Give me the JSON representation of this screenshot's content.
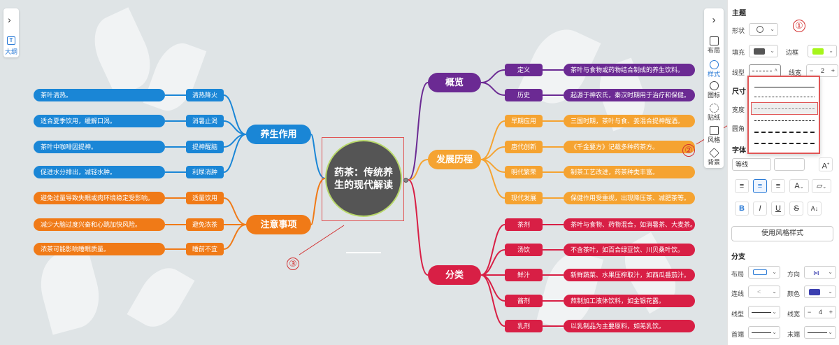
{
  "outline": {
    "label": "大纲"
  },
  "central": {
    "title": "药茶：传统养生的现代解读"
  },
  "left_branches": [
    {
      "label": "养生作用",
      "color": "#1a86d6",
      "children": [
        {
          "sub": "清热降火",
          "leaf": "茶叶清热。"
        },
        {
          "sub": "消暑止渴",
          "leaf": "适合夏季饮用，缓解口渴。"
        },
        {
          "sub": "提神醒脑",
          "leaf": "茶叶中咖啡因提神。"
        },
        {
          "sub": "利尿消肿",
          "leaf": "促进水分排出，减轻水肿。"
        }
      ]
    },
    {
      "label": "注意事项",
      "color": "#f07a17",
      "children": [
        {
          "sub": "适量饮用",
          "leaf": "避免过量导致失眠或肉环境稳定受影响。"
        },
        {
          "sub": "避免浓茶",
          "leaf": "减少大脑过度兴奋和心跳加快风险。"
        },
        {
          "sub": "睡前不宜",
          "leaf": "浓茶可能影响睡眠质量。"
        }
      ]
    }
  ],
  "right_branches": [
    {
      "label": "概览",
      "color": "#6b2a93",
      "children": [
        {
          "sub": "定义",
          "leaf": "茶叶与食物或药物结合制成的养生饮料。"
        },
        {
          "sub": "历史",
          "leaf": "起源于神农氏，秦汉时期用于治疗和保健。"
        }
      ]
    },
    {
      "label": "发展历程",
      "color": "#f5a331",
      "children": [
        {
          "sub": "早期应用",
          "leaf": "三国时期，茶叶与食、姜混合提神醒酒。"
        },
        {
          "sub": "唐代创新",
          "leaf": "《千金要方》记载多种药茶方。"
        },
        {
          "sub": "明代繁荣",
          "leaf": "制茶工艺改进，药茶种类丰富。"
        },
        {
          "sub": "现代发展",
          "leaf": "保健作用受重视，出现降压茶、减肥茶等。"
        }
      ]
    },
    {
      "label": "分类",
      "color": "#d81f45",
      "children": [
        {
          "sub": "茶剂",
          "leaf": "茶叶与食物、药物混合，如消暑茶、大麦茶。"
        },
        {
          "sub": "汤饮",
          "leaf": "不含茶叶，如百合绿豆饮、川贝桑叶饮。"
        },
        {
          "sub": "鲜汁",
          "leaf": "新鲜蔬菜、水果压榨取汁，如西瓜番茄汁。"
        },
        {
          "sub": "酱剂",
          "leaf": "熬制加工液体饮料，如金银花露。"
        },
        {
          "sub": "乳剂",
          "leaf": "以乳制品为主要原料，如羌乳饮。"
        }
      ]
    }
  ],
  "callouts": [
    "①",
    "②",
    "③"
  ],
  "toolbar": {
    "expand": "›",
    "items": [
      "布局",
      "样式",
      "图标",
      "贴纸",
      "风格",
      "背景"
    ]
  },
  "panel": {
    "theme_title": "主题",
    "shape_label": "形状",
    "fill_label": "填充",
    "fill_color": "#555555",
    "border_label": "边框",
    "border_color": "#a6f51a",
    "line_type_label": "线型",
    "line_width_label": "线宽",
    "line_width_value": "2",
    "size_title": "尺寸",
    "width_label": "宽度",
    "radius_label": "圆角",
    "font_title": "字体",
    "font_name": "等线",
    "style_button": "使用风格样式",
    "branch_title": "分支",
    "layout_label": "布局",
    "direction_label": "方向",
    "connector_label": "连线",
    "color_label": "颜色",
    "branch_color": "#3b3fb0",
    "branch_line_type_label": "线型",
    "branch_line_width_label": "线宽",
    "branch_line_width_value": "4",
    "head_label": "首端",
    "tail_label": "末端"
  }
}
